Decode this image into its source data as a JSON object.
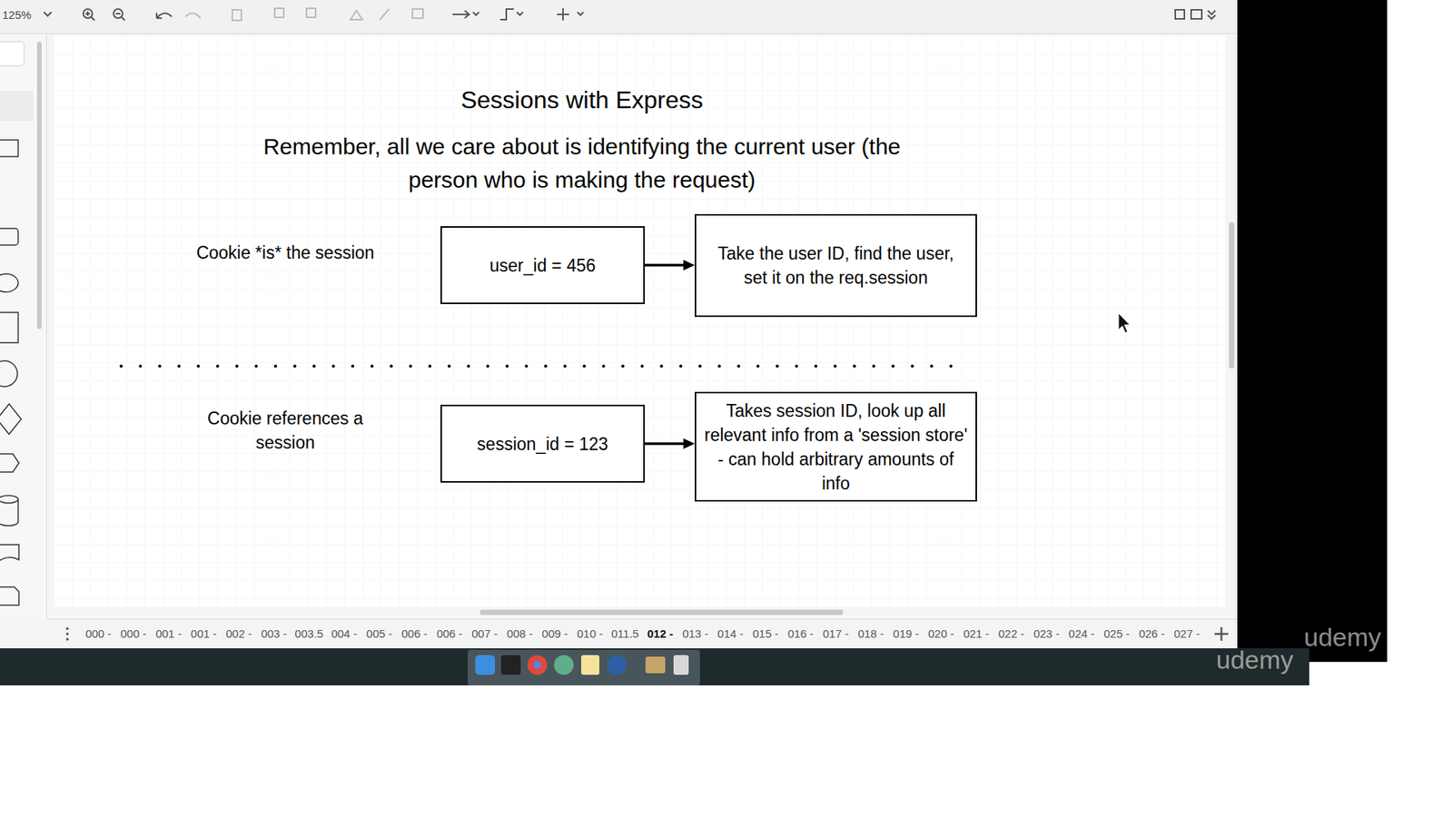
{
  "diagram": {
    "title": "Sessions with Express",
    "nodes": [
      {
        "text": [
          "user_id = 456"
        ]
      },
      {
        "text": [
          "Take the user ID, find the user, set it on the req.session"
        ]
      },
      {
        "text": [
          "session_id = 123"
        ]
      },
      {
        "text": [
          "Takes session ID, look up all relevant info from a 'session store' - can hold arbitrary amounts of info"
        ]
      }
    ],
    "edges": [
      {
        "from": 0,
        "to": 1,
        "arrow": "to"
      },
      {
        "from": 2,
        "to": 3,
        "arrow": "to"
      }
    ],
    "labels": [
      "125%",
      "Remember, all we care about is identifying the current user (the person who is making the request)",
      "Cookie *is* the session",
      "Cookie references a session",
      "000 -",
      "000 -",
      "001 -",
      "001 -",
      "002 -",
      "003 -",
      "003.5",
      "004 -",
      "005 -",
      "006 -",
      "006 -",
      "007 -",
      "008 -",
      "009 -",
      "010 -",
      "011.5",
      "012 -",
      "013 -",
      "014 -",
      "015 -",
      "016 -",
      "017 -",
      "018 -",
      "019 -",
      "020 -",
      "021 -",
      "022 -",
      "023 -",
      "024 -",
      "025 -",
      "026 -",
      "027 -",
      "udemy",
      "udemy"
    ]
  }
}
